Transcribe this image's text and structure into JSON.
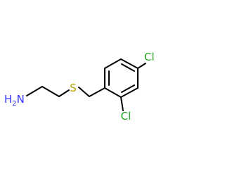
{
  "molecule": {
    "atom_labels": {
      "amine": {
        "main": "H",
        "sub": "2",
        "tail": "N"
      },
      "sulfur": "S",
      "chlorine_para": "Cl",
      "chlorine_ortho": "Cl"
    },
    "colors": {
      "bond": "#000000",
      "nitrogen": "#3333ff",
      "sulfur": "#b8a300",
      "chlorine": "#1fa01f"
    }
  }
}
